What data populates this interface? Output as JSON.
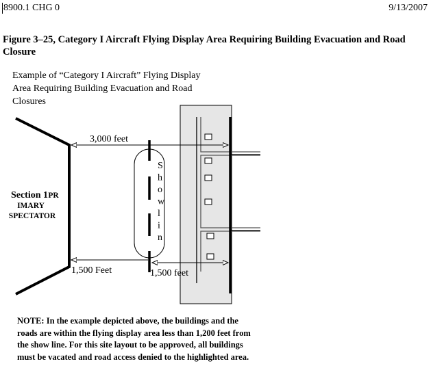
{
  "header": {
    "doc_id": "8900.1 CHG 0",
    "date": "9/13/2007"
  },
  "figure_title": "Figure 3–25, Category I Aircraft Flying Display Area Requiring Building Evacuation and Road Closure",
  "caption": "Example of “Category I Aircraft” Flying Display Area Requiring Building Evacuation and Road Closures",
  "diagram": {
    "spectator_label_line1": "Section 1",
    "spectator_label_line1b": "PR",
    "spectator_label_line2": "IMARY",
    "spectator_label_line3": "SPECTATOR",
    "dist_top": "3,000 feet",
    "dist_bottom_left": "1,500 Feet",
    "dist_bottom_right": "1,500 feet",
    "show_line_letters": [
      "S",
      "h",
      "o",
      "w",
      "l",
      "i",
      "n"
    ]
  },
  "note": "NOTE: In the example depicted above, the buildings and the roads are within the flying display area less than 1,200 feet from the show line. For this site layout to be approved, all buildings must be vacated and road access denied to the highlighted area."
}
